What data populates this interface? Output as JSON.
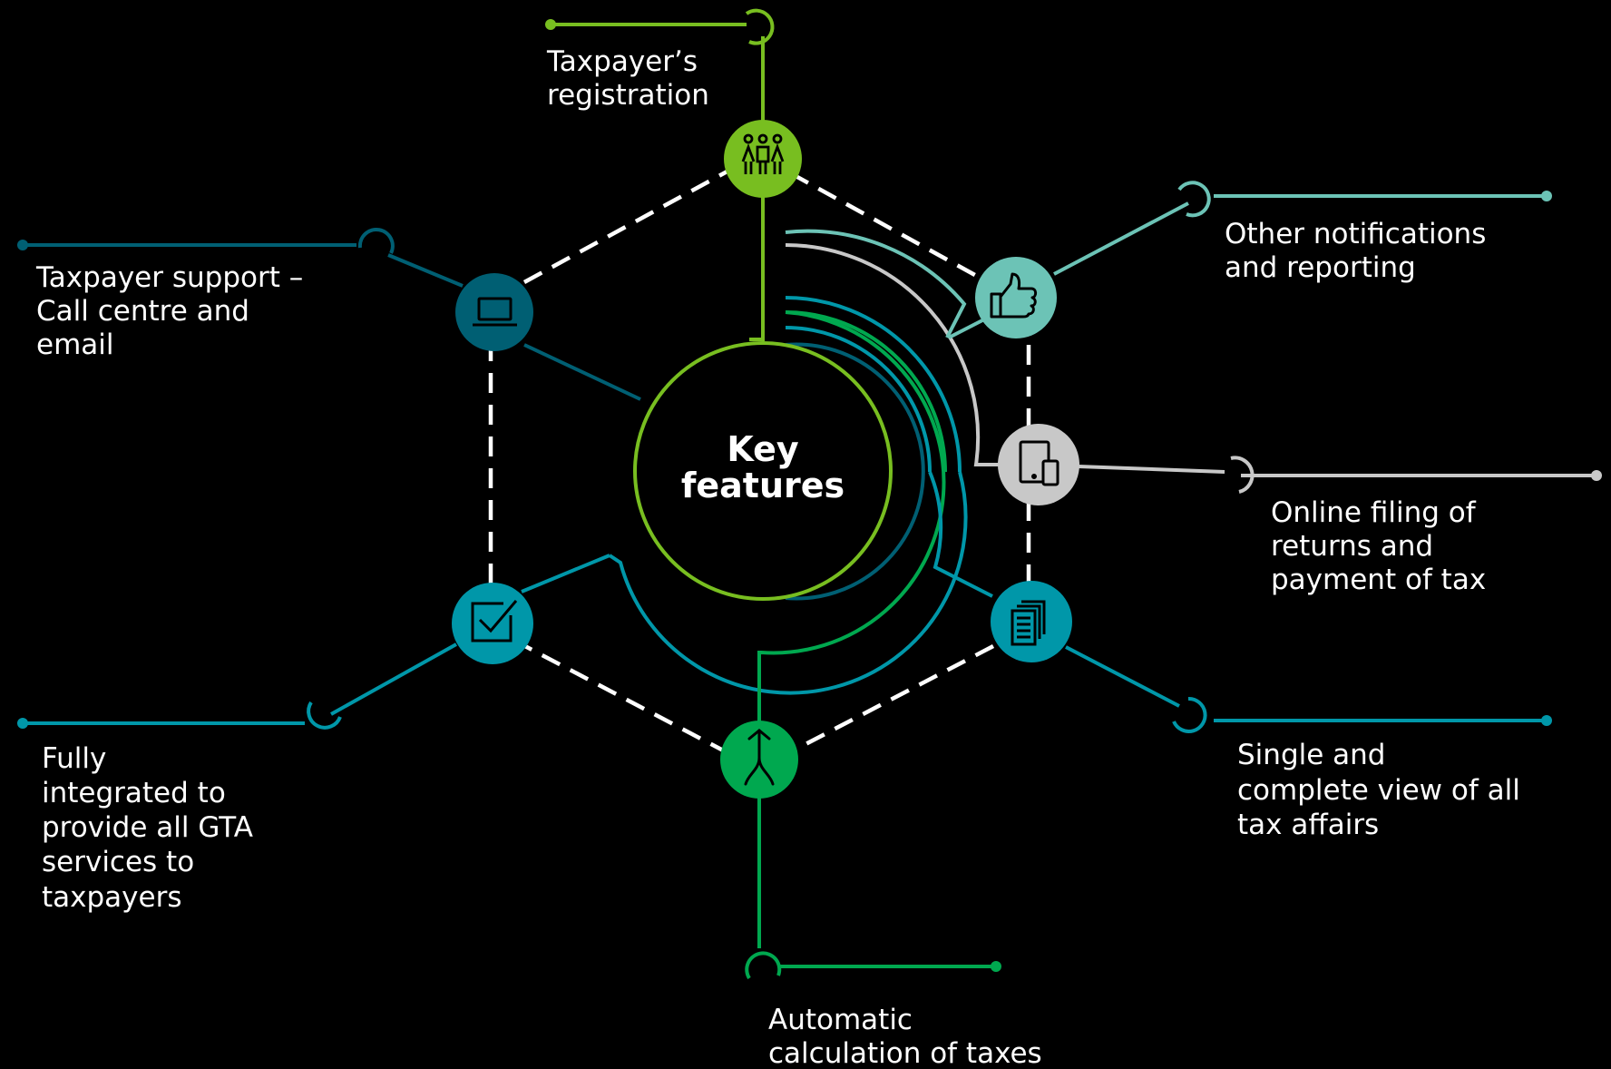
{
  "center": {
    "line1": "Key",
    "line2": "features"
  },
  "colors": {
    "background": "#000000",
    "lime": "#78BE20",
    "green": "#00A84F",
    "teal": "#0097A9",
    "dark_teal": "#005F73",
    "mint": "#6CC3B6",
    "grey": "#C8C8C8",
    "white": "#FFFFFF"
  },
  "features": [
    {
      "id": "registration",
      "icon": "people-icon",
      "color": "#78BE20",
      "lines": [
        "Taxpayer’s",
        "registration"
      ]
    },
    {
      "id": "notifications",
      "icon": "thumbs-up-icon",
      "color": "#6CC3B6",
      "lines": [
        "Other notifications",
        "and reporting"
      ]
    },
    {
      "id": "online-filing",
      "icon": "devices-icon",
      "color": "#C8C8C8",
      "lines": [
        "Online filing of",
        "returns and",
        "payment of tax"
      ]
    },
    {
      "id": "single-view",
      "icon": "documents-icon",
      "color": "#0097A9",
      "lines": [
        "Single and",
        "complete view of all",
        "tax affairs"
      ]
    },
    {
      "id": "auto-calc",
      "icon": "merge-arrow-icon",
      "color": "#00A84F",
      "lines": [
        "Automatic",
        "calculation of taxes"
      ]
    },
    {
      "id": "integrated",
      "icon": "checkbox-icon",
      "color": "#0097A9",
      "lines": [
        "Fully",
        "integrated to",
        "provide all GTA",
        "services to",
        "taxpayers"
      ]
    },
    {
      "id": "support",
      "icon": "laptop-icon",
      "color": "#005F73",
      "lines": [
        "Taxpayer support –",
        "Call centre and",
        "email"
      ]
    }
  ]
}
